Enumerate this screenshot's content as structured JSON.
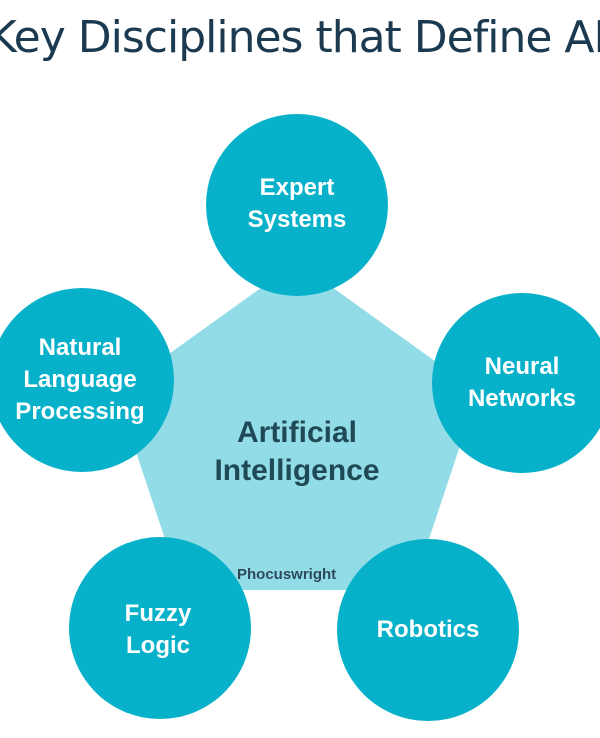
{
  "title": "Key Disciplines that Define AI",
  "center": {
    "line1": "Artificial",
    "line2": "Intelligence"
  },
  "nodes": [
    {
      "line1": "Expert",
      "line2": "Systems"
    },
    {
      "line1": "Neural",
      "line2": "Networks"
    },
    {
      "line1": "Robotics",
      "line2": ""
    },
    {
      "line1": "Fuzzy",
      "line2": "Logic"
    },
    {
      "line1": "Natural",
      "line2": "Language",
      "line3": "Processing"
    }
  ],
  "logo": "Phocuswright",
  "colors": {
    "circle": "#07b1c9",
    "pentagon": "#92dce7",
    "title": "#1b3a50"
  }
}
